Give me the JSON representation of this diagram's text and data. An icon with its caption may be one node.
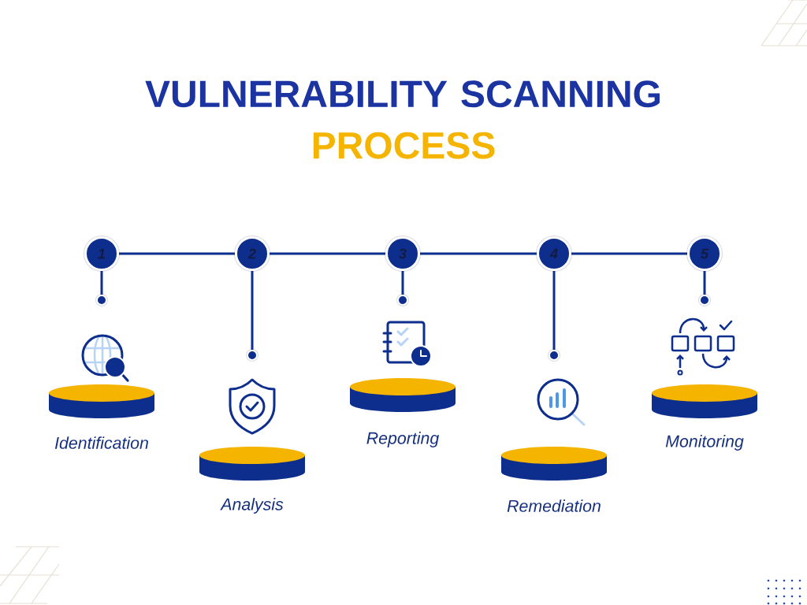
{
  "diagram": {
    "title": "VULNERABILITY SCANNING PROCESS",
    "nodes": [
      {
        "text": [
          "1"
        ]
      },
      {
        "text": [
          "2"
        ]
      },
      {
        "text": [
          "3"
        ]
      },
      {
        "text": [
          "4"
        ]
      },
      {
        "text": [
          "5"
        ]
      },
      {
        "text": [],
        "shape": "circle"
      },
      {
        "text": [],
        "shape": "circle"
      },
      {
        "text": [],
        "shape": "circle"
      },
      {
        "text": [],
        "shape": "circle"
      },
      {
        "text": [],
        "shape": "circle"
      }
    ],
    "edges": [
      {
        "from": 0,
        "to": 1,
        "arrow": "none"
      },
      {
        "from": 1,
        "to": 2,
        "arrow": "none"
      },
      {
        "from": 2,
        "to": 3,
        "arrow": "none"
      },
      {
        "from": 3,
        "to": 4,
        "arrow": "none"
      },
      {
        "from": 0,
        "to": 5,
        "arrow": "none"
      },
      {
        "from": 1,
        "to": 6,
        "arrow": "none"
      },
      {
        "from": 2,
        "to": 7,
        "arrow": "none"
      },
      {
        "from": 3,
        "to": 8,
        "arrow": "none"
      },
      {
        "from": 4,
        "to": 9,
        "arrow": "none"
      }
    ],
    "labels": [
      "Identification",
      "Analysis",
      "Reporting",
      "Remediation",
      "Monitoring"
    ]
  }
}
